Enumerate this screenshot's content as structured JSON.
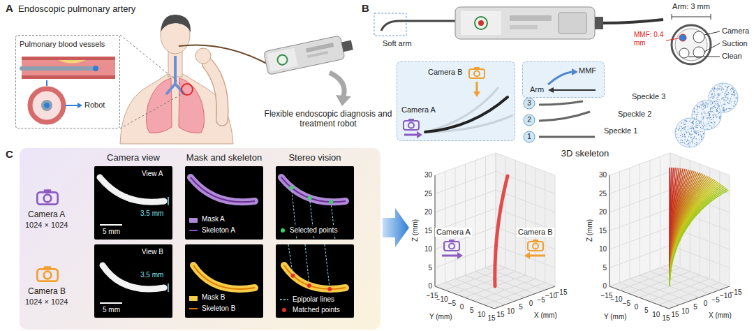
{
  "diagram": {
    "nodes": [
      {
        "text": [
          "Pulmonary blood vessels",
          "Robot"
        ]
      },
      {
        "text": [
          "Camera B",
          "Camera A"
        ]
      },
      {
        "text": [
          "MMF",
          "Arm"
        ]
      },
      {
        "text": [
          "Camera view",
          "Mask and skeleton",
          "Stereo vision",
          "Camera A",
          "1024 × 1024",
          "Camera B",
          "1024 × 1024"
        ]
      },
      {
        "text": [
          "View A",
          "3.5 mm",
          "5 mm"
        ],
        "in": 3
      },
      {
        "text": [
          "Mask A",
          "Skeleton A"
        ],
        "in": 3
      },
      {
        "text": [
          "Selected points"
        ],
        "in": 3
      },
      {
        "text": [
          "View B",
          "3.5 mm",
          "5 mm"
        ],
        "in": 3
      },
      {
        "text": [
          "Mask B",
          "Skeleton B"
        ],
        "in": 3
      },
      {
        "text": [
          "Epipolar lines",
          "Matched points"
        ],
        "in": 3
      }
    ],
    "labels": [
      "A",
      "Endoscopic pulmonary artery",
      "Flexible endoscopic diagnosis and treatment robot",
      "B",
      "Soft arm",
      "Arm: 3 mm",
      "MMF: 0.4 mm",
      "Camera",
      "Suction",
      "Clean",
      "3",
      "2",
      "1",
      "Speckle 3",
      "Speckle 2",
      "Speckle 1",
      "3D skeleton",
      "C",
      "Camera A",
      "Camera B",
      "Z (mm)",
      "Y (mm)",
      "X (mm)",
      "0",
      "5",
      "10",
      "15",
      "20",
      "25",
      "30",
      "−15",
      "−10",
      "−5",
      "0",
      "5",
      "10",
      "15",
      "15",
      "10",
      "5",
      "0",
      "−5",
      "−10",
      "−15",
      "Z (mm)",
      "Y (mm)",
      "X (mm)",
      "0",
      "5",
      "10",
      "15",
      "20",
      "25",
      "30",
      "−15",
      "−10",
      "−5",
      "0",
      "5",
      "10",
      "15",
      "15",
      "10",
      "5",
      "0",
      "−5",
      "−10",
      "−15"
    ]
  }
}
